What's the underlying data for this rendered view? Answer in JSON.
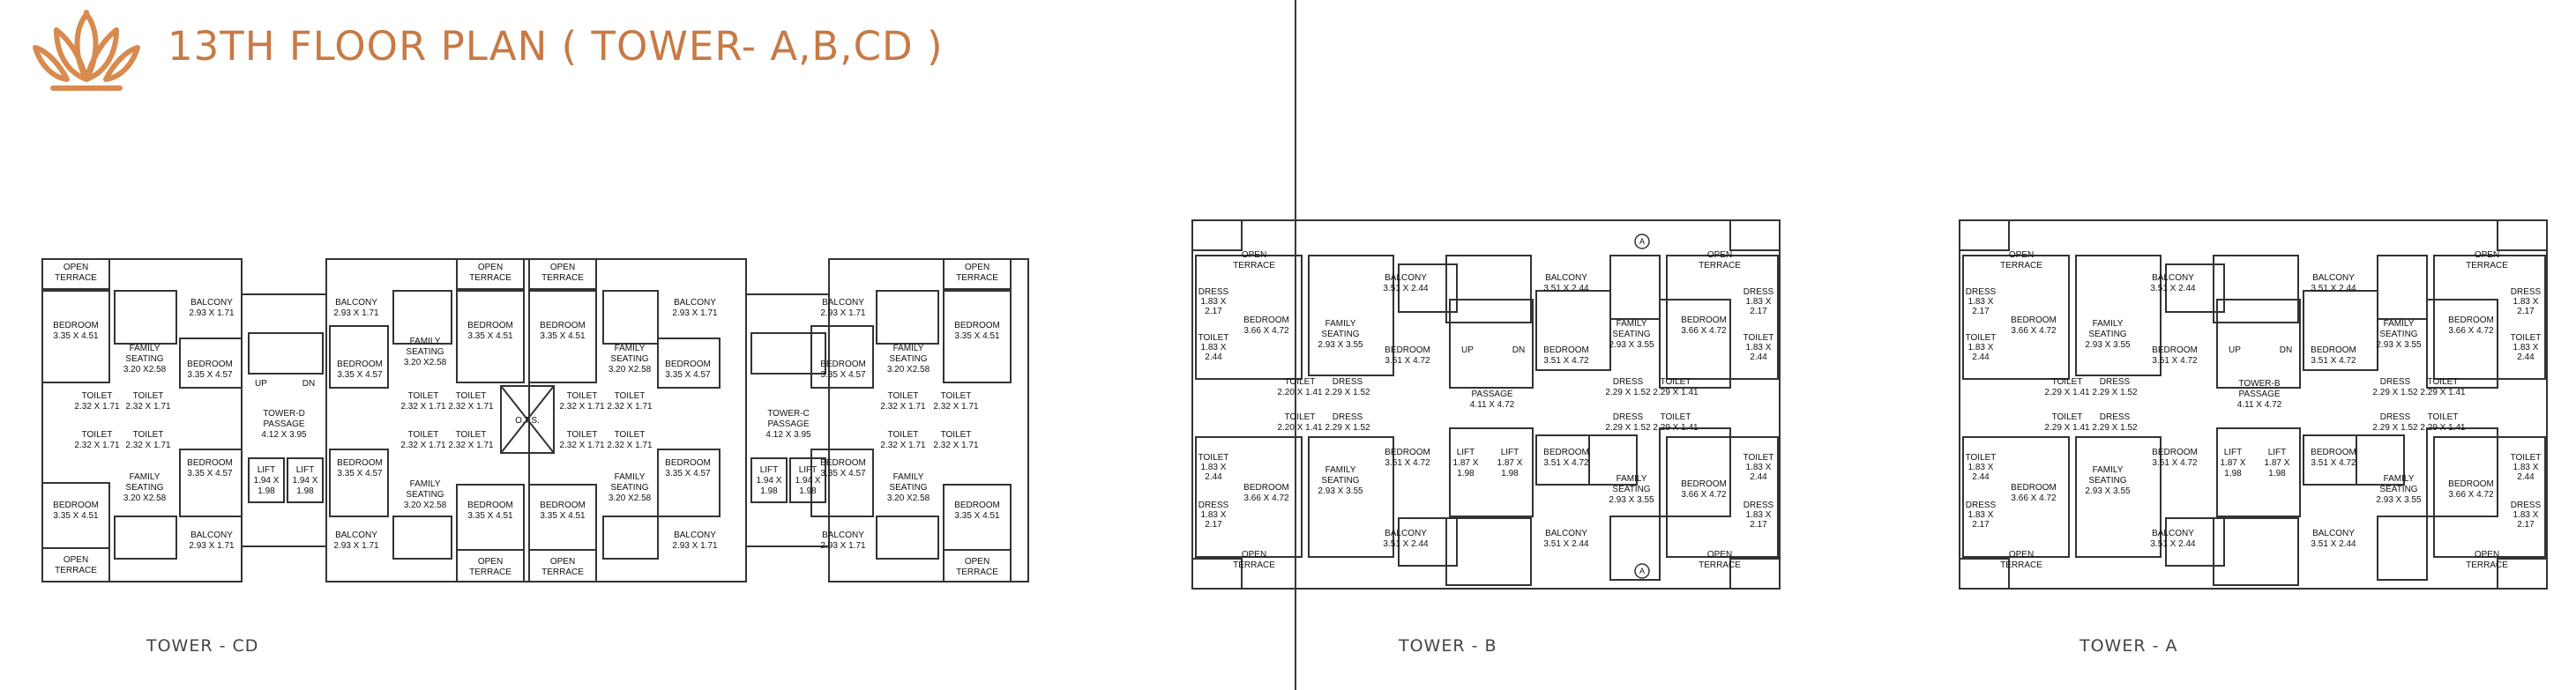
{
  "header": {
    "title": "13TH FLOOR PLAN ( TOWER- A,B,CD )",
    "brand_color": "#c77a45",
    "logo_icon": "lotus-logo"
  },
  "towers": [
    {
      "label": "TOWER - CD"
    },
    {
      "label": "TOWER - B"
    },
    {
      "label": "TOWER - A"
    }
  ],
  "rooms": {
    "open": "OPEN",
    "terrace": "TERRACE",
    "bedroom": "BEDROOM",
    "balcony": "BALCONY",
    "family": "FAMILY",
    "seating": "SEATING",
    "toilet": "TOILET",
    "dress": "DRESS",
    "lift": "LIFT",
    "passage": "PASSAGE",
    "up": "UP",
    "dn": "DN",
    "ots": "O.T.S.",
    "tower_d": "TOWER-D",
    "tower_c": "TOWER-C",
    "tower_b": "TOWER-B",
    "marker_a": "A"
  },
  "dims": {
    "bed_335_451": "3.35 X 4.51",
    "bed_335_457": "3.35 X 4.57",
    "bal_293_171": "2.93 X 1.71",
    "fam_320_258": "3.20 X2.58",
    "toi_232_171": "2.32 X 1.71",
    "lift_194": "1.94 X",
    "lift_198": "1.98",
    "pass_412_395": "4.12 X 3.95",
    "bal_351_244": "3.51 X 2.44",
    "bed_366_472": "3.66 X 4.72",
    "bed_351_472": "3.51 X 4.72",
    "fam_293_355": "2.93 X 3.55",
    "dress_183": "1.83 X",
    "dress_217": "2.17",
    "toi_244": "2.44",
    "toi_220_141": "2.20 X 1.41",
    "dress_229_152": "2.29 X 1.52",
    "toi_229_141": "2.29 X 1.41",
    "pass_411_472": "4.11 X 4.72",
    "lift_187": "1.87 X"
  }
}
